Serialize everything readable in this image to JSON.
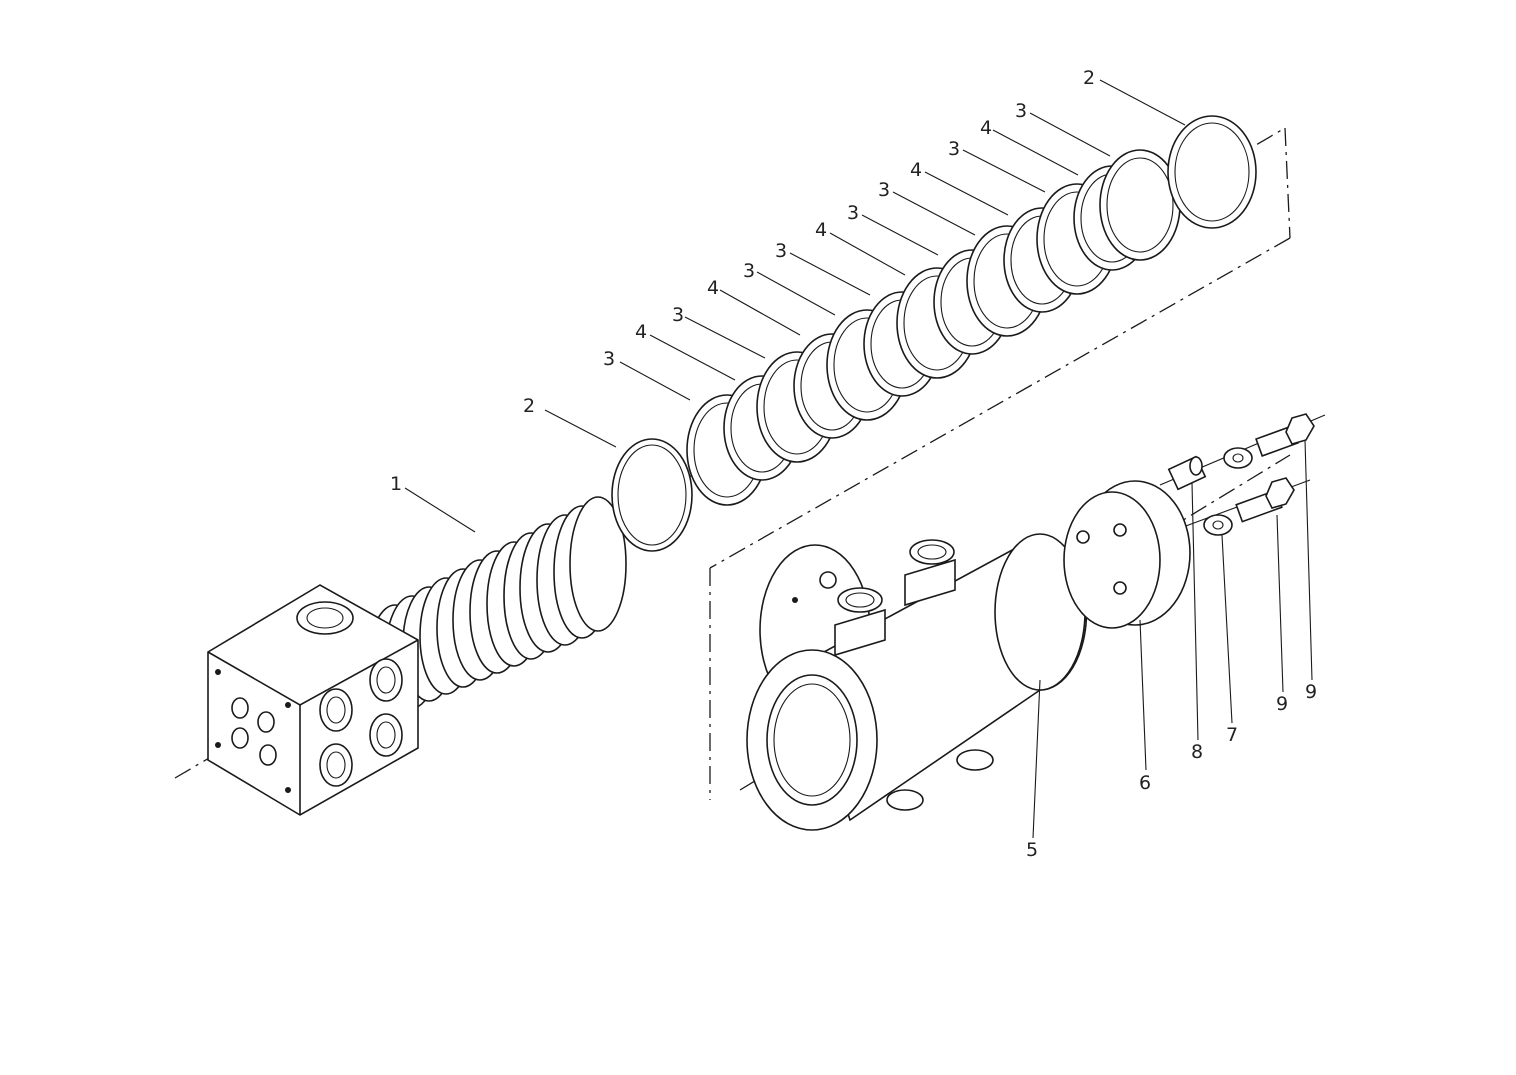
{
  "callouts": {
    "part_1": "1",
    "part_2_left": "2",
    "part_2_right": "2",
    "part_3_a": "3",
    "part_3_b": "3",
    "part_3_c": "3",
    "part_3_d": "3",
    "part_3_e": "3",
    "part_3_f": "3",
    "part_3_g": "3",
    "part_3_h": "3",
    "part_4_a": "4",
    "part_4_b": "4",
    "part_4_c": "4",
    "part_4_d": "4",
    "part_4_e": "4",
    "part_5": "5",
    "part_6": "6",
    "part_7": "7",
    "part_8": "8",
    "part_9_a": "9",
    "part_9_b": "9"
  },
  "colors": {
    "ink": "#1a1a1a",
    "paper": "#ffffff"
  }
}
